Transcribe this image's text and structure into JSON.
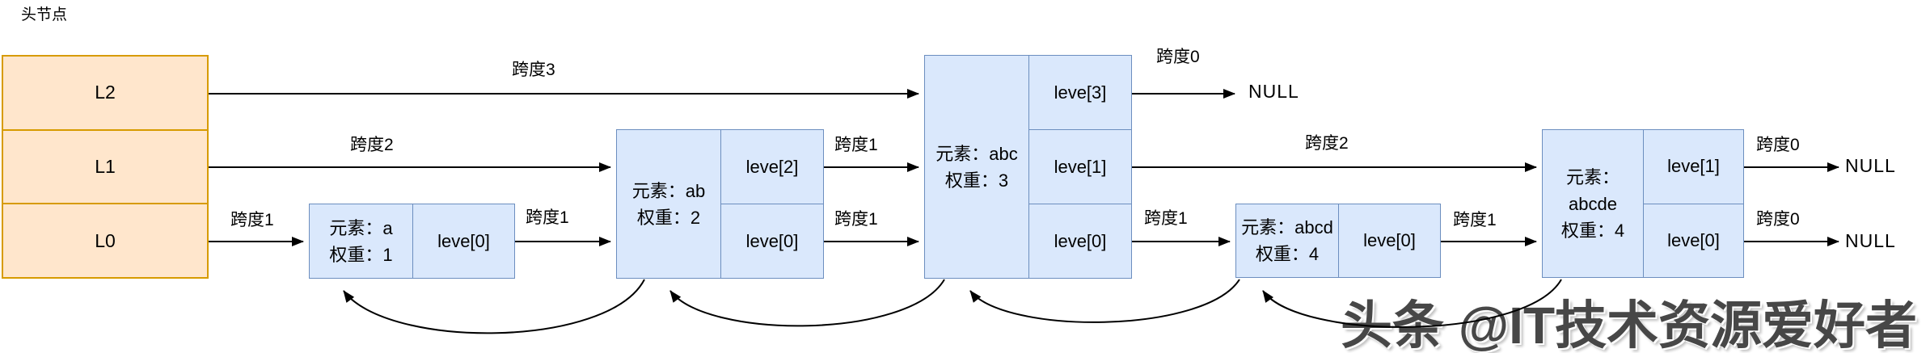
{
  "page_title": "头节点",
  "head": {
    "levels": [
      "L2",
      "L1",
      "L0"
    ]
  },
  "nodes": [
    {
      "id": "a",
      "lines": [
        "元素：a",
        "权重：1"
      ],
      "cells": [
        "leve[0]"
      ]
    },
    {
      "id": "ab",
      "lines": [
        "元素：ab",
        "权重：2"
      ],
      "cells": [
        "leve[2]",
        "leve[0]"
      ]
    },
    {
      "id": "abc",
      "lines": [
        "元素：abc",
        "权重：3"
      ],
      "cells": [
        "leve[3]",
        "leve[1]",
        "leve[0]"
      ]
    },
    {
      "id": "abcd",
      "lines": [
        "元素：abcd",
        "权重：4"
      ],
      "cells": [
        "leve[0]"
      ]
    },
    {
      "id": "abcde",
      "lines": [
        "元素：",
        "abcde",
        "权重：4"
      ],
      "cells": [
        "leve[1]",
        "leve[0]"
      ]
    }
  ],
  "spans": [
    "跨度3",
    "跨度2",
    "跨度1",
    "跨度1",
    "跨度1",
    "跨度1",
    "跨度0",
    "跨度2",
    "跨度1",
    "跨度1",
    "跨度0",
    "跨度0"
  ],
  "nulls": [
    "NULL",
    "NULL",
    "NULL"
  ],
  "watermark": "头条 @IT技术资源爱好者",
  "colors": {
    "head_fill": "#ffe6cc",
    "head_border": "#d79b00",
    "node_fill": "#dae8fc",
    "node_border": "#6c8ebf",
    "arrow": "#000000",
    "watermark": "#474747"
  }
}
